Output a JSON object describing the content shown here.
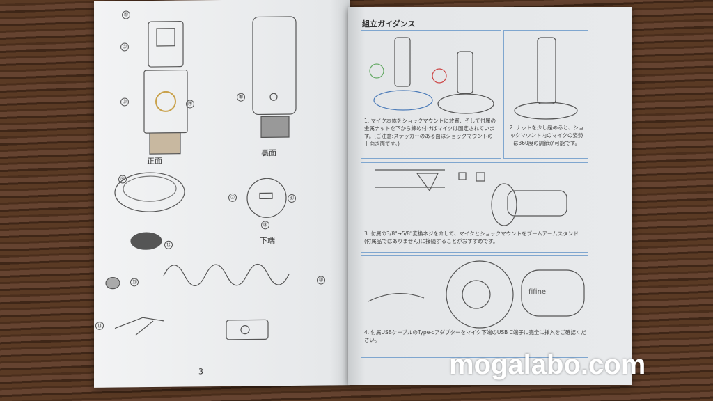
{
  "left_page": {
    "labels": {
      "front": "正面",
      "back": "裏面",
      "bottom": "下端"
    },
    "numbers": [
      "①",
      "②",
      "③",
      "④",
      "⑤",
      "⑥",
      "⑦",
      "⑧",
      "⑨",
      "⑩",
      "⑪",
      "⑫",
      "⑬"
    ],
    "page_number": "3"
  },
  "right_page": {
    "title": "組立ガイダンス",
    "steps": [
      "1. マイク本体をショックマウントに放置、そして付属の金属ナットを下から締め付けばマイクは固定されています。(ご注意:ステッカーのある面はショックマウントの上向き面です。)",
      "2. ナットを少し緩めると、ショックマウント内のマイクの姿勢は360度の調節が可能です。",
      "3. 付属の3/8\"→5/8\"変換ネジを介して、マイクとショックマウントをブームアームスタンド(付属品ではありません)に接続することがおすすめです。",
      "4. 付属USBケーブルのType-cアダプターをマイク下端のUSB C端子に完全に挿入をご確認ください。"
    ],
    "brand": "fifine"
  },
  "watermark": "mogalabo.com"
}
